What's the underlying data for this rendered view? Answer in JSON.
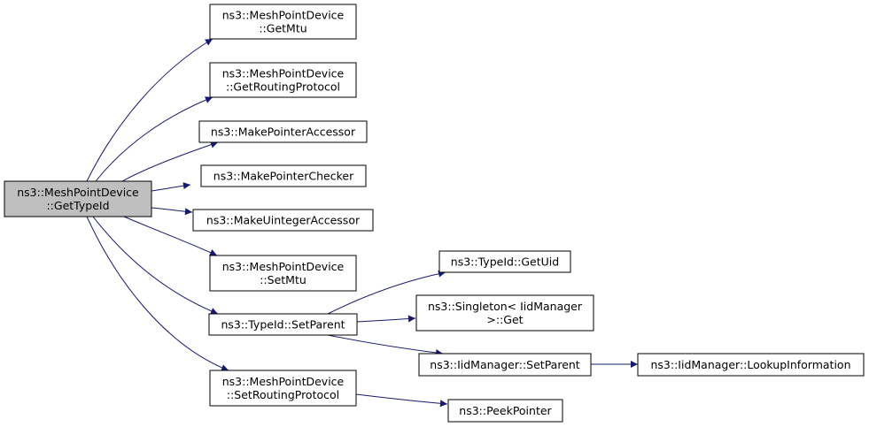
{
  "colors": {
    "edge": "#191970",
    "node_fill": "#ffffff",
    "root_fill": "#bfbfbf",
    "text": "#000000"
  },
  "nodes": [
    {
      "id": "root",
      "lines": [
        "ns3::MeshPointDevice",
        "::GetTypeId"
      ],
      "root": true
    },
    {
      "id": "getmtu",
      "lines": [
        "ns3::MeshPointDevice",
        "::GetMtu"
      ]
    },
    {
      "id": "getrouting",
      "lines": [
        "ns3::MeshPointDevice",
        "::GetRoutingProtocol"
      ]
    },
    {
      "id": "mkptracc",
      "lines": [
        "ns3::MakePointerAccessor"
      ]
    },
    {
      "id": "mkptrchk",
      "lines": [
        "ns3::MakePointerChecker"
      ]
    },
    {
      "id": "mkuintacc",
      "lines": [
        "ns3::MakeUintegerAccessor"
      ]
    },
    {
      "id": "setmtu",
      "lines": [
        "ns3::MeshPointDevice",
        "::SetMtu"
      ]
    },
    {
      "id": "setparent",
      "lines": [
        "ns3::TypeId::SetParent"
      ]
    },
    {
      "id": "setrouting",
      "lines": [
        "ns3::MeshPointDevice",
        "::SetRoutingProtocol"
      ]
    },
    {
      "id": "getuid",
      "lines": [
        "ns3::TypeId::GetUid"
      ]
    },
    {
      "id": "singleton",
      "lines": [
        "ns3::Singleton< IidManager",
        ">::Get"
      ]
    },
    {
      "id": "iidsetparent",
      "lines": [
        "ns3::IidManager::SetParent"
      ]
    },
    {
      "id": "peek",
      "lines": [
        "ns3::PeekPointer"
      ]
    },
    {
      "id": "lookup",
      "lines": [
        "ns3::IidManager::LookupInformation"
      ]
    }
  ],
  "edges": [
    {
      "from": "root",
      "to": "getmtu"
    },
    {
      "from": "root",
      "to": "getrouting"
    },
    {
      "from": "root",
      "to": "mkptracc"
    },
    {
      "from": "root",
      "to": "mkptrchk"
    },
    {
      "from": "root",
      "to": "mkuintacc"
    },
    {
      "from": "root",
      "to": "setmtu"
    },
    {
      "from": "root",
      "to": "setparent"
    },
    {
      "from": "root",
      "to": "setrouting"
    },
    {
      "from": "setparent",
      "to": "getuid"
    },
    {
      "from": "setparent",
      "to": "singleton"
    },
    {
      "from": "setparent",
      "to": "iidsetparent"
    },
    {
      "from": "setrouting",
      "to": "peek"
    },
    {
      "from": "iidsetparent",
      "to": "lookup"
    }
  ]
}
